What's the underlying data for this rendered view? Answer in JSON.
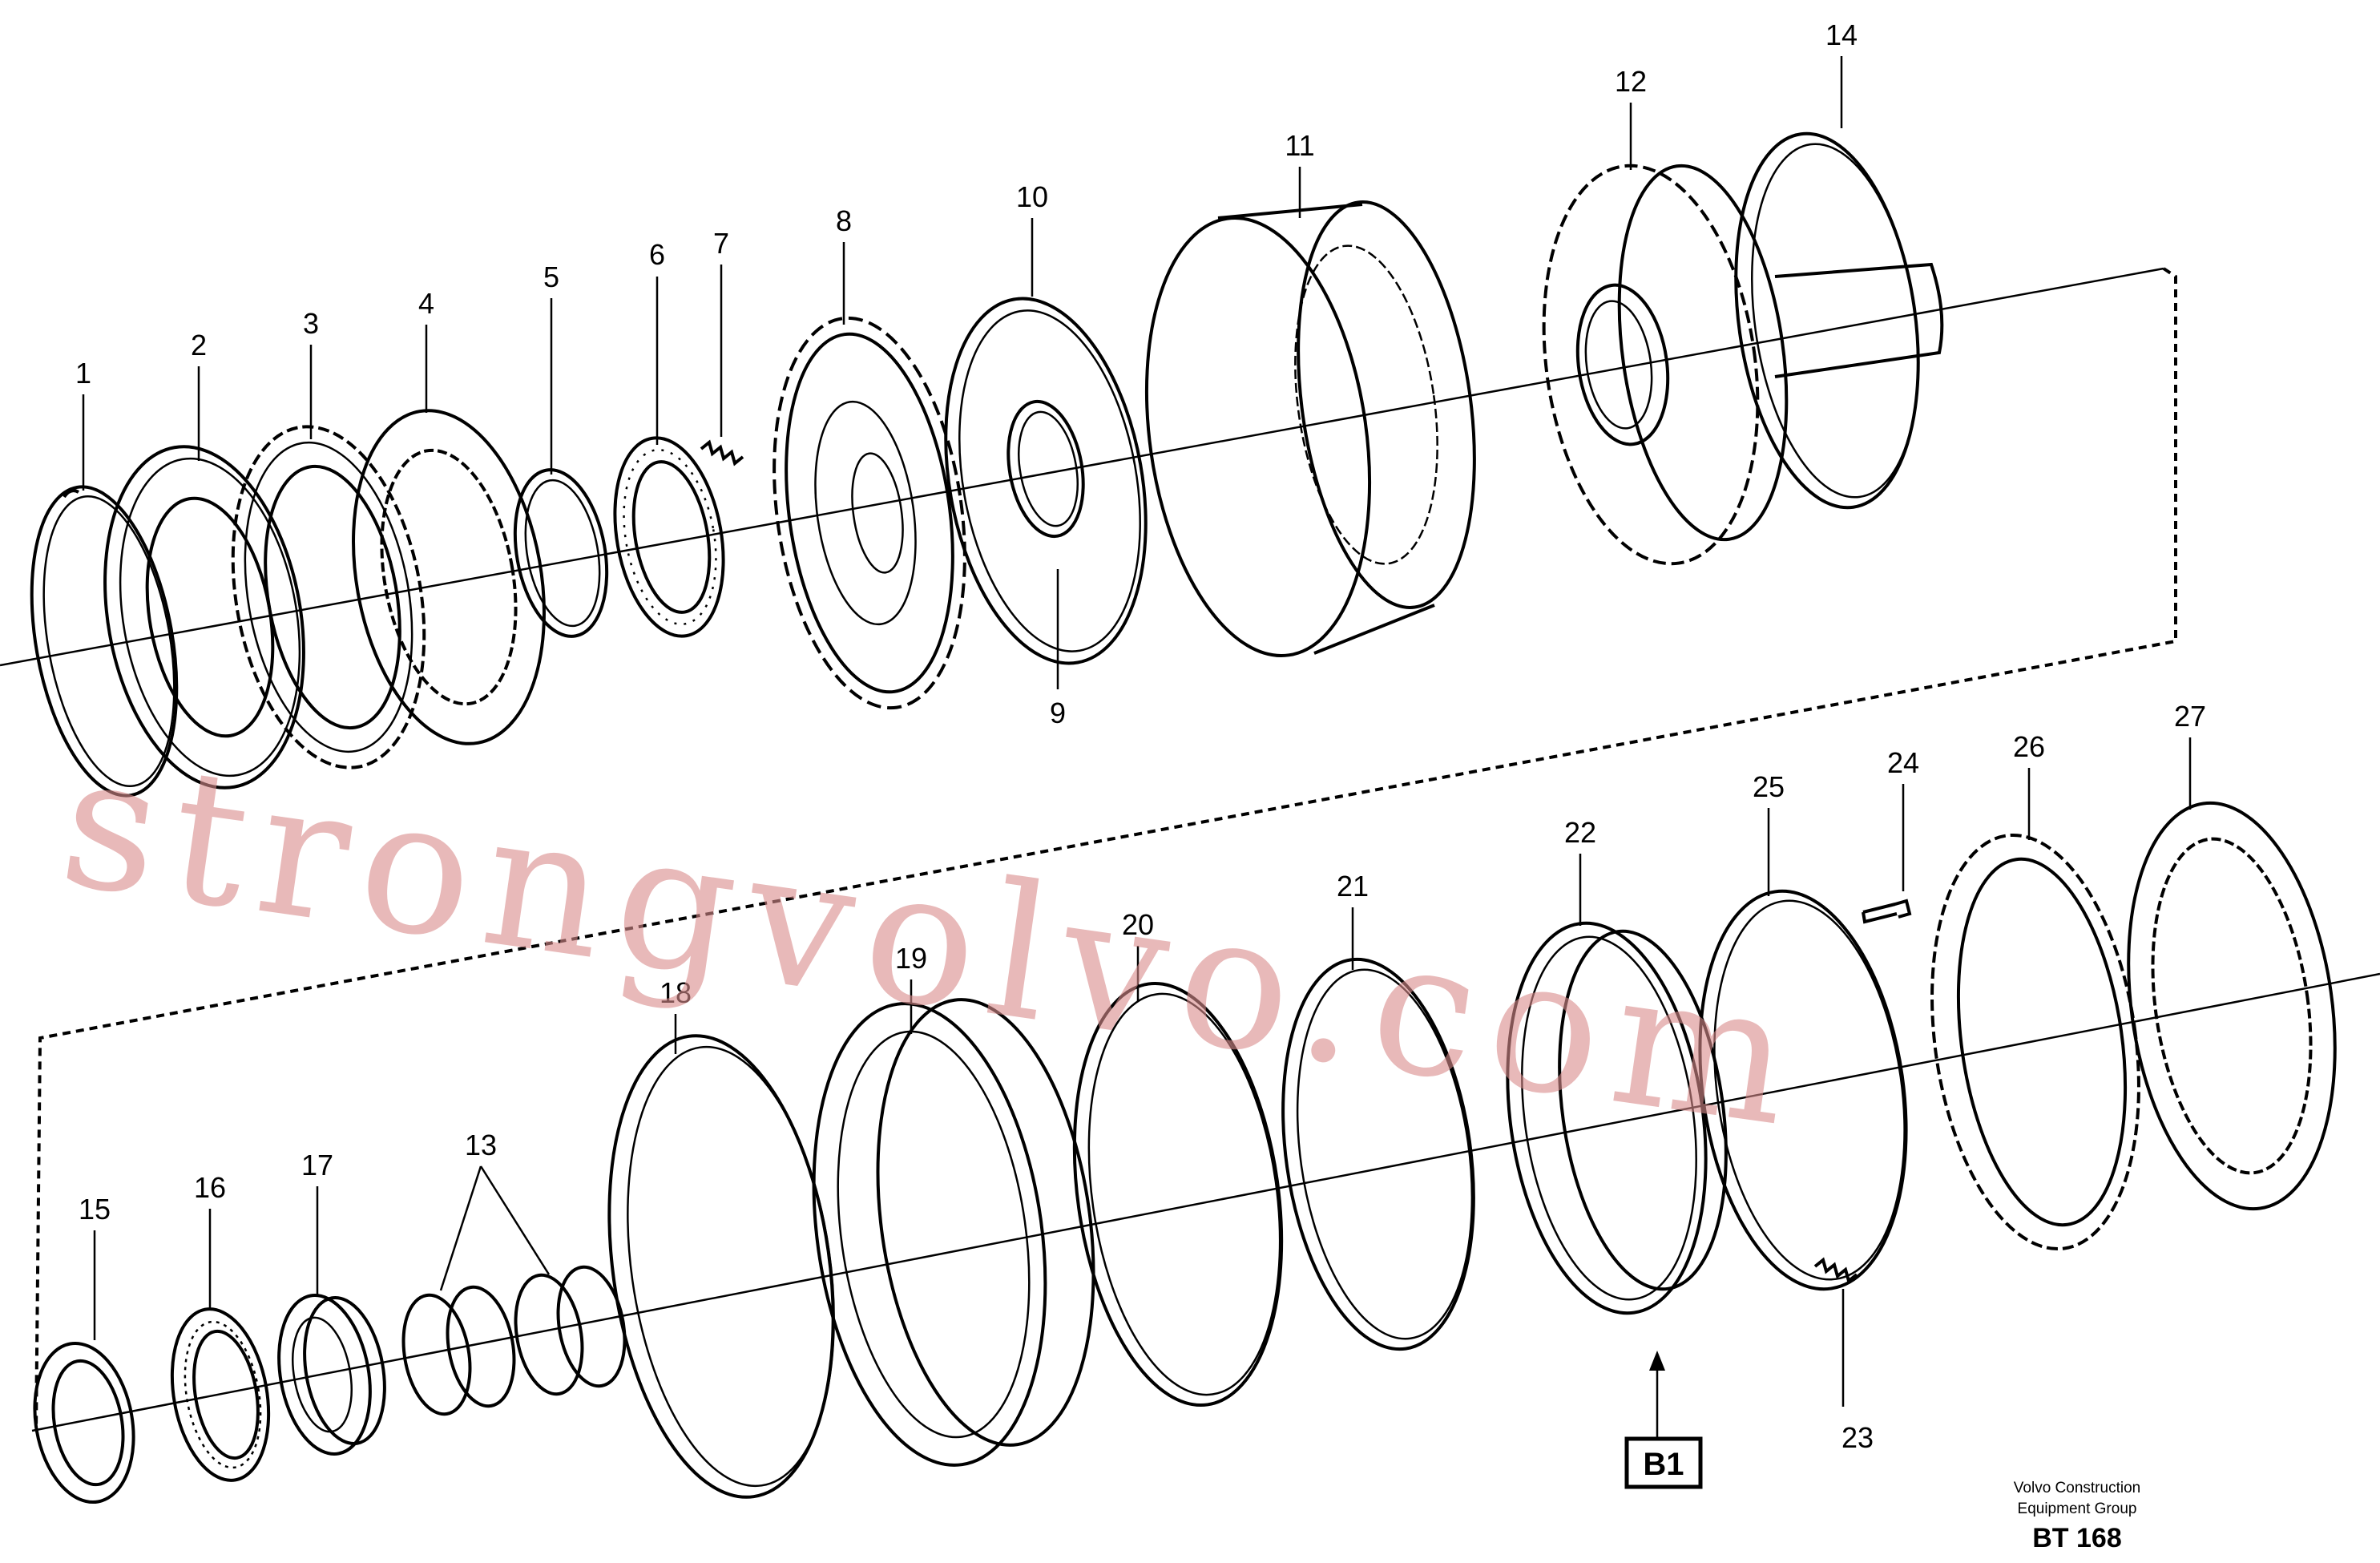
{
  "diagram": {
    "callouts": {
      "c1": "1",
      "c2": "2",
      "c3": "3",
      "c4": "4",
      "c5": "5",
      "c6": "6",
      "c7": "7",
      "c8": "8",
      "c9": "9",
      "c10": "10",
      "c11": "11",
      "c12": "12",
      "c13": "13",
      "c14": "14",
      "c15": "15",
      "c16": "16",
      "c17": "17",
      "c18": "18",
      "c19": "19",
      "c20": "20",
      "c21": "21",
      "c22": "22",
      "c23": "23",
      "c24": "24",
      "c25": "25",
      "c26": "26",
      "c27": "27"
    },
    "reference_box": "B1",
    "watermark": "strongvolvo.com",
    "footer": {
      "line1": "Volvo Construction",
      "line2": "Equipment Group",
      "code": "BT 168"
    }
  }
}
